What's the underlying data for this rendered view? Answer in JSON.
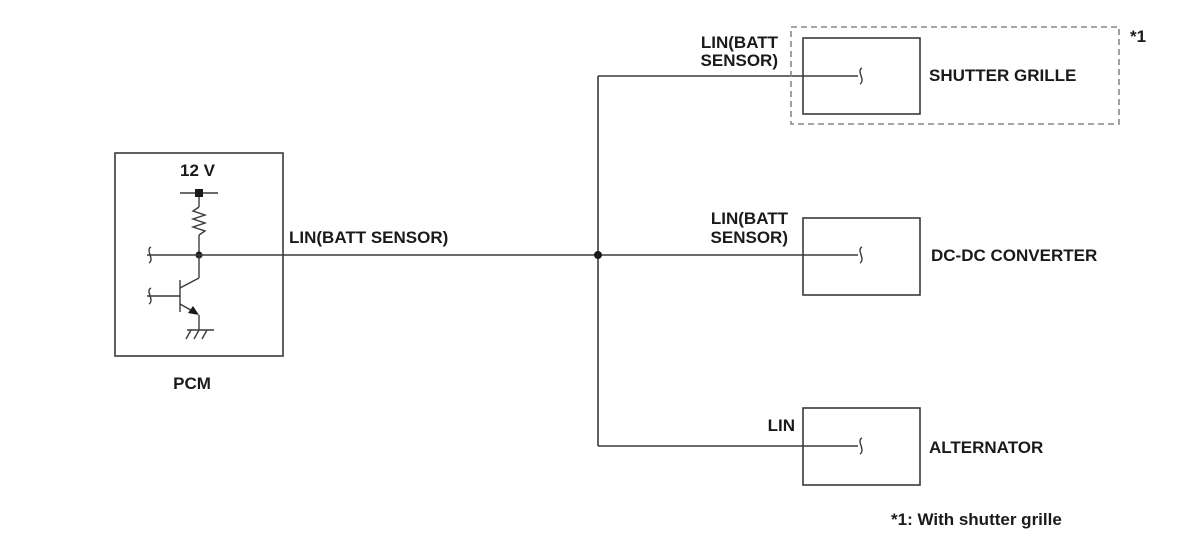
{
  "pcm": {
    "supply": "12 V",
    "name": "PCM"
  },
  "bus_label": "LIN(BATT SENSOR)",
  "shutter_grille": {
    "pin_line1": "LIN(BATT",
    "pin_line2": "SENSOR)",
    "name": "SHUTTER GRILLE",
    "note_marker": "*1"
  },
  "dcdc": {
    "pin_line1": "LIN(BATT",
    "pin_line2": "SENSOR)",
    "name": "DC-DC CONVERTER"
  },
  "alternator": {
    "pin": "LIN",
    "name": "ALTERNATOR"
  },
  "footnote": "*1: With shutter grille"
}
